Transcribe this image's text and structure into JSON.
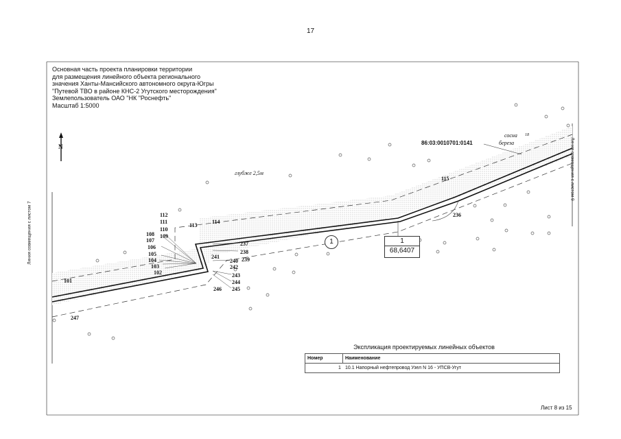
{
  "page_number": "17",
  "title_lines": "Основная часть проекта планировки территории\nдля размещения линейного объекта регионального\nзначения Ханты-Мансийского автономного округа-Югры\n\"Путевой ТВО в районе КНС-2 Угутского месторождения\"\nЗемлепользователь ОАО \"НК \"Роснефть\"\nМасштаб 1:5000",
  "north_label": "N",
  "left_match_line": "Линия совмещения с листом 7",
  "right_match_line": "Линия совмещения с листом 9",
  "depth_note": "глубже 2,5м",
  "tree_note_1": "сосна",
  "tree_note_2": "береза",
  "tree_note_3": "18",
  "cadastral_number": "86:03:0010701:0141",
  "parcel_number": "1",
  "parcel_area": "68,6407",
  "circle_label": "1",
  "point_labels": {
    "p101": "101",
    "p102": "102",
    "p103": "103",
    "p104": "104",
    "p105": "105",
    "p106": "106",
    "p107": "107",
    "p108": "108",
    "p109": "109",
    "p110": "110",
    "p111": "111",
    "p112": "112",
    "p113": "113",
    "p114": "114",
    "p115": "115",
    "p236": "236",
    "p237": "237",
    "p238": "238",
    "p239": "239",
    "p240": "240",
    "p241": "241",
    "p242": "242",
    "p243": "243",
    "p244": "244",
    "p245": "245",
    "p246": "246",
    "p247": "247"
  },
  "legend": {
    "title": "Экспликация проектируемых линейных объектов",
    "col_number": "Номер",
    "col_name": "Наименование",
    "row_number": "1",
    "row_name": "10.1 Напорный нефтепровод Узел N 16 - УПСВ-Угут"
  },
  "footer": "Лист 8 из 15"
}
